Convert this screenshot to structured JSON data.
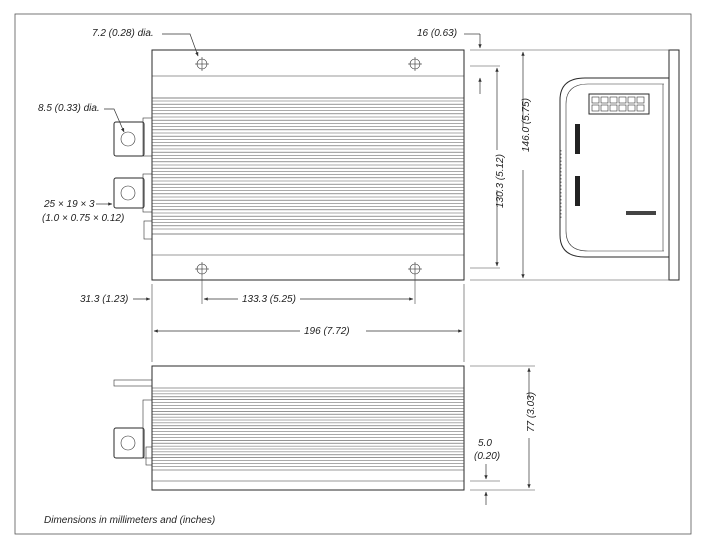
{
  "title": "Controller mounting dimensions",
  "labels": {
    "hole_dia": "7.2 (0.28) dia.",
    "top_offset": "16 (0.63)",
    "terminal_dia": "8.5 (0.33) dia.",
    "terminal_size_1": "25 × 19 × 3",
    "terminal_size_2": "(1.0 × 0.75 × 0.12)",
    "height_130": "130.3 (5.12)",
    "height_146": "146.0 (5.75)",
    "left_offset": "31.3 (1.23)",
    "hole_spacing": "133.3 (5.25)",
    "length": "196 (7.72)",
    "depth": "77 (3.03)",
    "base_1": "5.0",
    "base_2": "(0.20)",
    "footnote": "Dimensions in millimeters and (inches)"
  }
}
